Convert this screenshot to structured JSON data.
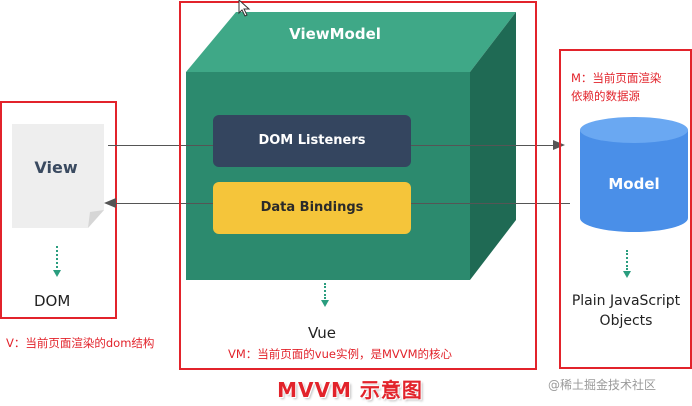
{
  "view": {
    "title": "View",
    "dom_label": "DOM"
  },
  "viewmodel": {
    "title": "ViewModel",
    "dom_listeners": "DOM Listeners",
    "data_bindings": "Data Bindings",
    "vue_label": "Vue"
  },
  "model": {
    "title": "Model",
    "plain_js": "Plain JavaScript\nObjects"
  },
  "notes": {
    "v_note": "V：当前页面渲染的dom结构",
    "vm_note": "VM：当前页面的vue实例，是MVVM的核心",
    "m_note_line1": "M：当前页面渲染",
    "m_note_line2": "依赖的数据源"
  },
  "caption": "MVVM 示意图",
  "watermark": "@稀土掘金技术社区",
  "colors": {
    "red_border": "#e2232b",
    "cube_front": "#2c8a6e",
    "cube_top": "#3fa887",
    "cube_side": "#1f6a54",
    "listeners_bg": "#34455f",
    "bindings_bg": "#f5c53a",
    "model_cyl": "#4a8fe8",
    "view_doc": "#eeeeee",
    "dash_arrow": "#2a9d7e"
  }
}
